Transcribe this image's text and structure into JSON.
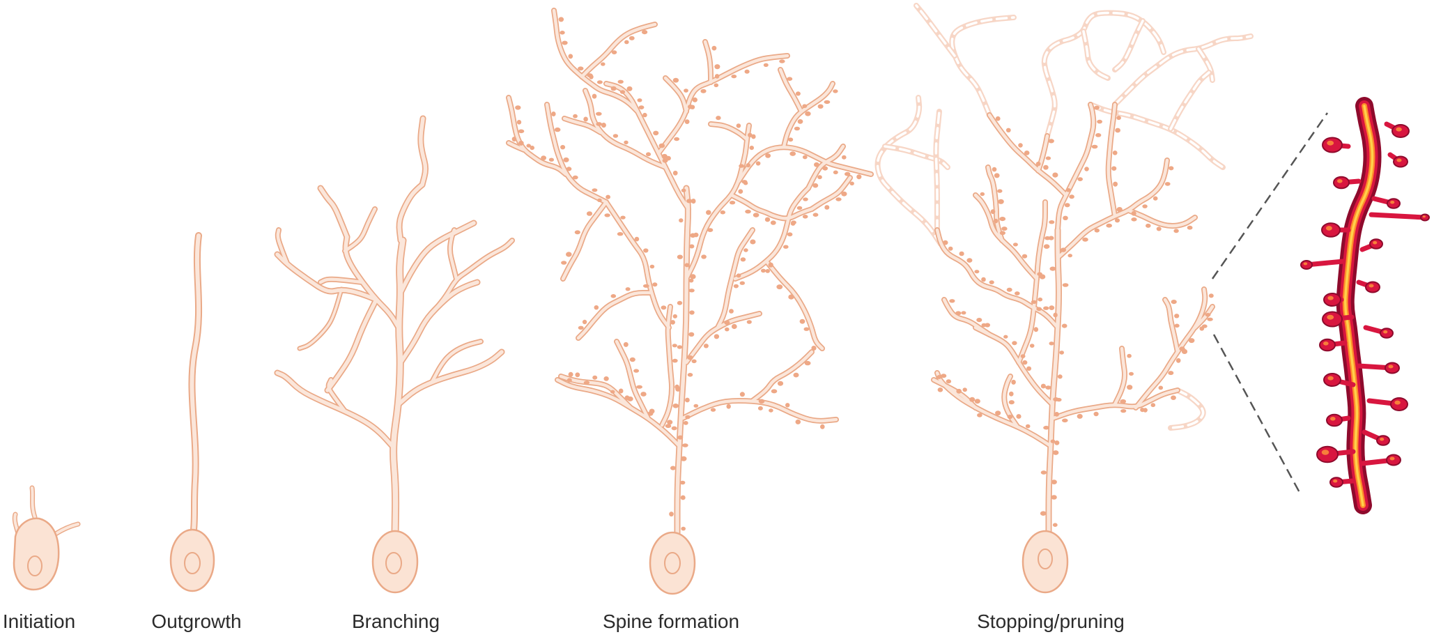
{
  "figure": {
    "stages": [
      {
        "id": "initiation",
        "label": "Initiation"
      },
      {
        "id": "outgrowth",
        "label": "Outgrowth"
      },
      {
        "id": "branching",
        "label": "Branching"
      },
      {
        "id": "spine-formation",
        "label": "Spine formation"
      },
      {
        "id": "stopping-pruning",
        "label": "Stopping/pruning"
      }
    ],
    "colors": {
      "neuron_fill": "#fbe3d4",
      "neuron_stroke": "#eaa987",
      "dendrite_fill": "#fbe6da",
      "spine": "#eea886",
      "pruned": "#f7d6c6",
      "micrograph_dark": "#8e0a2c",
      "micrograph_mid": "#d8163f",
      "micrograph_bright": "#ffd04a",
      "zoom_line": "#555555"
    },
    "micrograph": {
      "icon": "dendrite-micrograph-inset"
    }
  }
}
